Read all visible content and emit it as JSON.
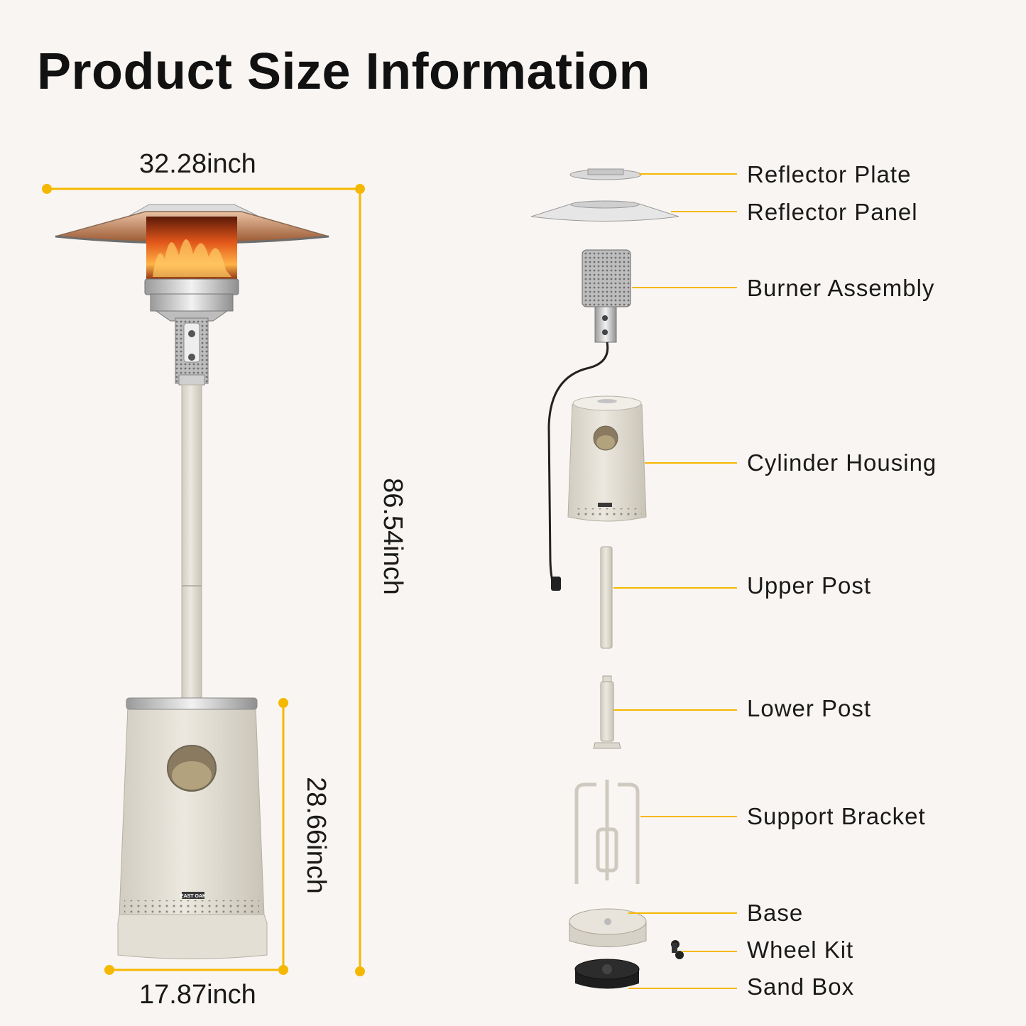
{
  "title": "Product Size Information",
  "dimensions": {
    "width_top": "32.28inch",
    "height_total": "86.54inch",
    "height_base": "28.66inch",
    "width_base": "17.87inch"
  },
  "parts": [
    {
      "label": "Reflector Plate"
    },
    {
      "label": "Reflector Panel"
    },
    {
      "label": "Burner Assembly"
    },
    {
      "label": "Cylinder Housing"
    },
    {
      "label": "Upper Post"
    },
    {
      "label": "Lower Post"
    },
    {
      "label": "Support Bracket"
    },
    {
      "label": "Base"
    },
    {
      "label": "Wheel Kit"
    },
    {
      "label": "Sand Box"
    }
  ],
  "logo_text": "EAST OAK",
  "colors": {
    "background": "#f9f5f2",
    "accent": "#f5b800",
    "body": "#e4e0d6",
    "steel": "#c9c9c9"
  }
}
